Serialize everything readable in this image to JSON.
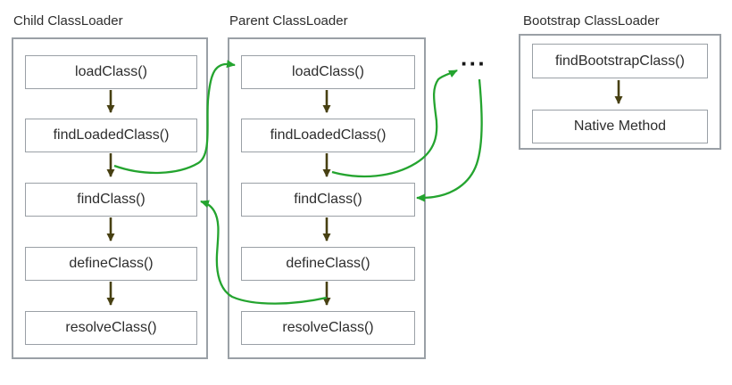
{
  "diagram": {
    "groups": [
      {
        "title": "Child ClassLoader",
        "methods": [
          "loadClass()",
          "findLoadedClass()",
          "findClass()",
          "defineClass()",
          "resolveClass()"
        ]
      },
      {
        "title": "Parent ClassLoader",
        "methods": [
          "loadClass()",
          "findLoadedClass()",
          "findClass()",
          "defineClass()",
          "resolveClass()"
        ]
      },
      {
        "title": "Bootstrap ClassLoader",
        "methods": [
          "findBootstrapClass()",
          "Native Method"
        ]
      }
    ],
    "ellipsis": "···",
    "colors": {
      "green": "#24a42f",
      "arrow": "#474012",
      "border": "#9aa0a6",
      "text": "#2d2d2d"
    }
  }
}
